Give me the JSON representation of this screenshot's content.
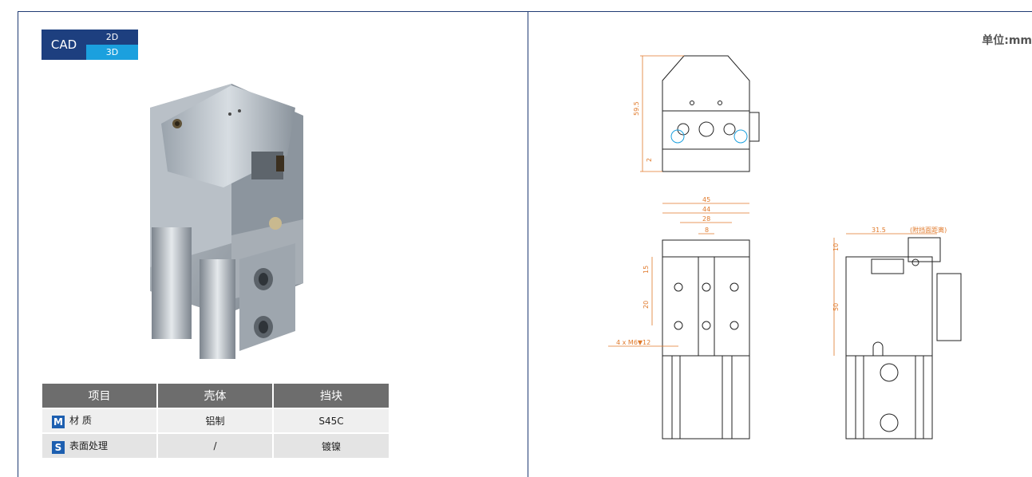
{
  "badge": {
    "main": "CAD",
    "top": "2D",
    "bottom": "3D"
  },
  "unit_label": "单位:mm",
  "spec_table": {
    "headers": [
      "项目",
      "壳体",
      "挡块"
    ],
    "rows": [
      {
        "tag": "M",
        "label": "材 质",
        "housing": "铝制",
        "block": "S45C"
      },
      {
        "tag": "S",
        "label": "表面处理",
        "housing": "/",
        "block": "镀镍"
      }
    ]
  },
  "dimensions": {
    "top_height": "59.5",
    "top_base": "2",
    "width_45": "45",
    "width_44": "44",
    "width_28": "28",
    "width_8": "8",
    "pitch_15": "15",
    "pitch_20": "20",
    "hole_note": "4 x M6▼12",
    "side_31_5": "31.5",
    "side_note": "(附挡面距离)",
    "side_10": "10",
    "side_50": "50"
  },
  "colors": {
    "frame": "#1f3b73",
    "dimension": "#e0792a",
    "badge_dark": "#1d3f7f",
    "badge_light": "#1ba0de"
  }
}
